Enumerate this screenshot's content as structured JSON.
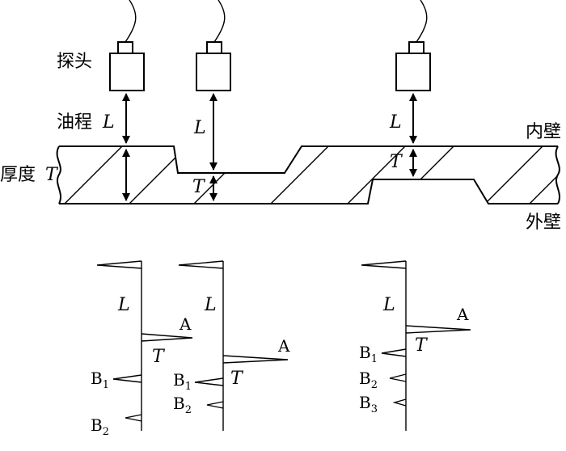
{
  "labels": {
    "probe": "探头",
    "oil_path": "油程",
    "thickness": "厚度",
    "inner_wall": "内壁",
    "outer_wall": "外壁"
  },
  "symbols": {
    "L": "L",
    "T": "T",
    "A": "A",
    "B": "B",
    "sub1": "1",
    "sub2": "2",
    "sub3": "3"
  },
  "colors": {
    "line": "#000000",
    "background": "#ffffff"
  }
}
